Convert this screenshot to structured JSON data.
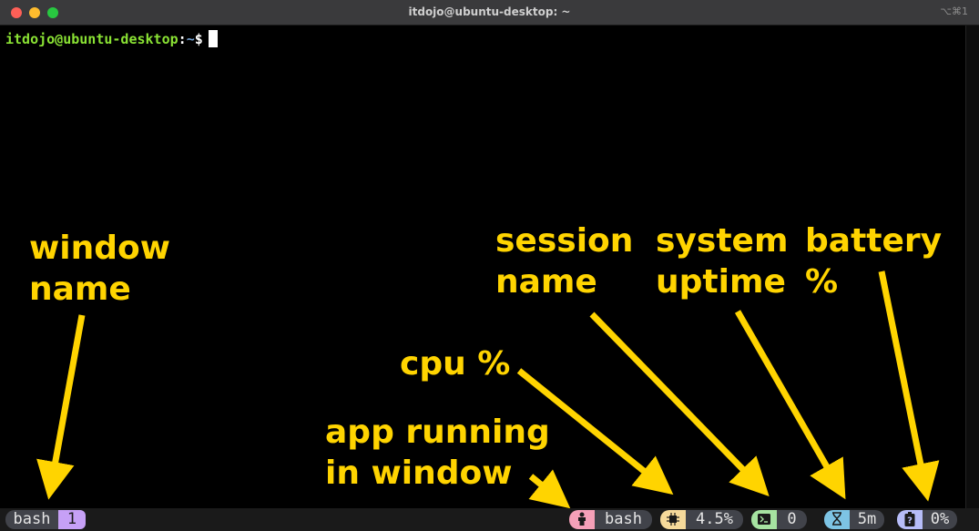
{
  "window": {
    "title": "itdojo@ubuntu-desktop: ~",
    "shortcut": "⌥⌘1"
  },
  "terminal": {
    "prompt_user_host": "itdojo@ubuntu-desktop",
    "prompt_colon": ":",
    "prompt_path": "~",
    "prompt_symbol": "$"
  },
  "annotations": {
    "window_name": "window\nname",
    "session_name": "session\nname",
    "system_uptime": "system\nuptime",
    "battery": "battery %",
    "cpu": "cpu %",
    "app_running": "app running\nin window",
    "color": "#ffd400"
  },
  "statusbar": {
    "window_name": "bash",
    "window_index": "1",
    "app_icon": "person-icon",
    "app_name": "bash",
    "cpu_icon": "chip-icon",
    "cpu_value": "4.5%",
    "session_icon": "terminal-icon",
    "session_value": "0",
    "uptime_icon": "hourglass-icon",
    "uptime_value": "5m",
    "battery_icon": "battery-unknown-icon",
    "battery_value": "0%",
    "colors": {
      "window_index": "#c6a0f6",
      "app": "#f5a0b8",
      "cpu": "#f5d99a",
      "session": "#a6e3a1",
      "uptime": "#7dc4e4",
      "battery": "#b7bdf8"
    }
  }
}
